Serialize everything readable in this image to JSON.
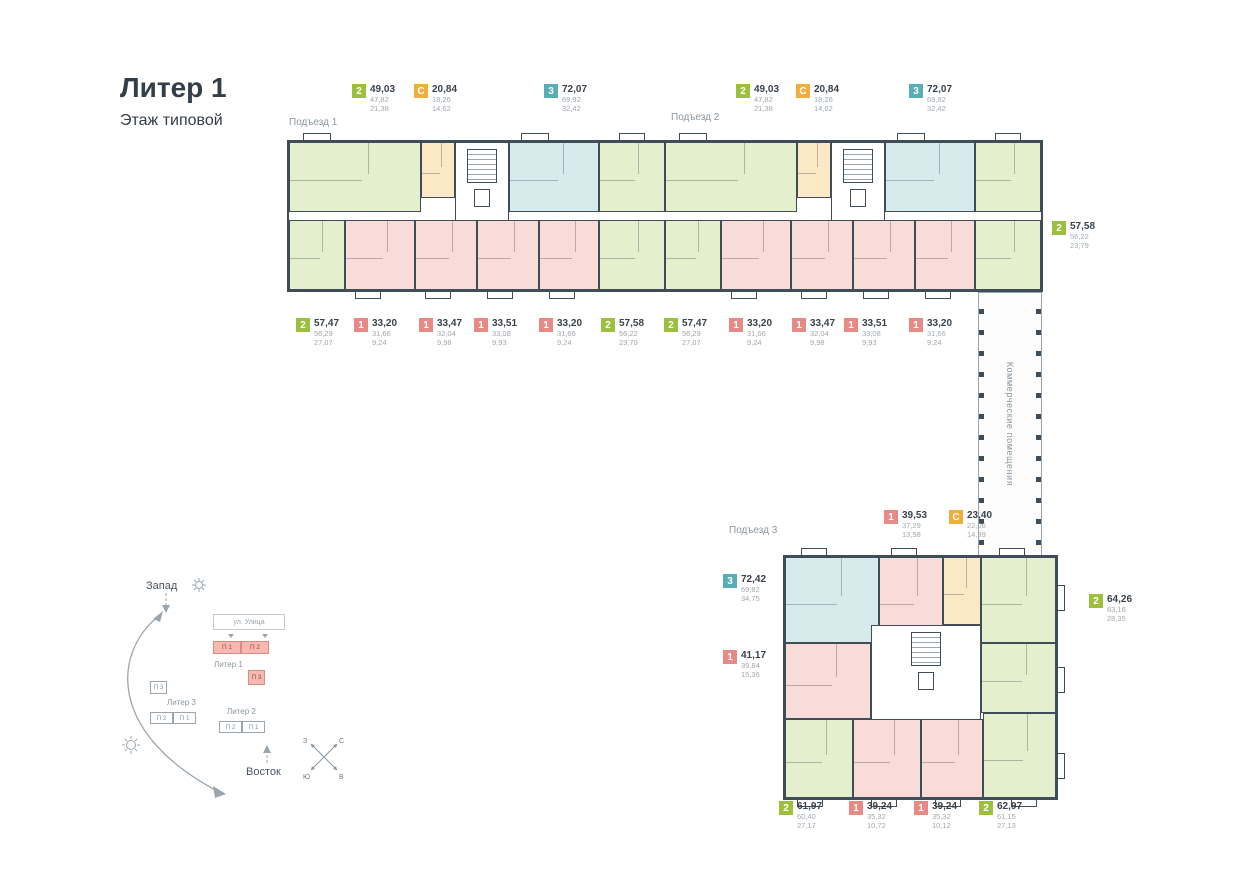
{
  "header": {
    "title": "Литер 1",
    "subtitle": "Этаж типовой"
  },
  "entrances": {
    "e1": "Подъезд 1",
    "e2": "Подъезд 2",
    "e3": "Подъезд 3"
  },
  "commercial_label": "Коммерческие помещения",
  "apartments": [
    {
      "type": "2",
      "total": "49,03",
      "living": "47,82",
      "kitchen": "21,38",
      "color": "green"
    },
    {
      "type": "С",
      "total": "20,84",
      "living": "18,26",
      "kitchen": "14,62",
      "color": "yellow"
    },
    {
      "type": "3",
      "total": "72,07",
      "living": "69,92",
      "kitchen": "32,42",
      "color": "teal"
    },
    {
      "type": "2",
      "total": "49,03",
      "living": "47,82",
      "kitchen": "21,38",
      "color": "green"
    },
    {
      "type": "С",
      "total": "20,84",
      "living": "18,26",
      "kitchen": "14,62",
      "color": "yellow"
    },
    {
      "type": "3",
      "total": "72,07",
      "living": "69,92",
      "kitchen": "32,42",
      "color": "teal"
    },
    {
      "type": "2",
      "total": "57,58",
      "living": "56,22",
      "kitchen": "23,79",
      "color": "green"
    },
    {
      "type": "2",
      "total": "57,47",
      "living": "56,29",
      "kitchen": "27,07",
      "color": "green"
    },
    {
      "type": "1",
      "total": "33,20",
      "living": "31,66",
      "kitchen": "9,24",
      "color": "pink"
    },
    {
      "type": "1",
      "total": "33,47",
      "living": "32,04",
      "kitchen": "9,98",
      "color": "pink"
    },
    {
      "type": "1",
      "total": "33,51",
      "living": "33,08",
      "kitchen": "9,93",
      "color": "pink"
    },
    {
      "type": "1",
      "total": "33,20",
      "living": "31,66",
      "kitchen": "9,24",
      "color": "pink"
    },
    {
      "type": "2",
      "total": "57,58",
      "living": "56,22",
      "kitchen": "23,79",
      "color": "green"
    },
    {
      "type": "2",
      "total": "57,47",
      "living": "56,29",
      "kitchen": "27,07",
      "color": "green"
    },
    {
      "type": "1",
      "total": "33,20",
      "living": "31,66",
      "kitchen": "9,24",
      "color": "pink"
    },
    {
      "type": "1",
      "total": "33,47",
      "living": "32,04",
      "kitchen": "9,98",
      "color": "pink"
    },
    {
      "type": "1",
      "total": "33,51",
      "living": "33,08",
      "kitchen": "9,93",
      "color": "pink"
    },
    {
      "type": "1",
      "total": "33,20",
      "living": "31,66",
      "kitchen": "9,24",
      "color": "pink"
    },
    {
      "type": "1",
      "total": "39,53",
      "living": "37,29",
      "kitchen": "13,58",
      "color": "pink"
    },
    {
      "type": "С",
      "total": "23,40",
      "living": "22,06",
      "kitchen": "14,99",
      "color": "yellow"
    },
    {
      "type": "3",
      "total": "72,42",
      "living": "69,82",
      "kitchen": "34,75",
      "color": "teal"
    },
    {
      "type": "1",
      "total": "41,17",
      "living": "39,84",
      "kitchen": "15,36",
      "color": "pink"
    },
    {
      "type": "2",
      "total": "64,26",
      "living": "63,16",
      "kitchen": "28,35",
      "color": "green"
    },
    {
      "type": "2",
      "total": "61,97",
      "living": "60,40",
      "kitchen": "27,17",
      "color": "green"
    },
    {
      "type": "1",
      "total": "39,24",
      "living": "35,32",
      "kitchen": "10,72",
      "color": "pink"
    },
    {
      "type": "1",
      "total": "39,24",
      "living": "35,32",
      "kitchen": "10,12",
      "color": "pink"
    },
    {
      "type": "2",
      "total": "62,97",
      "living": "61,15",
      "kitchen": "27,13",
      "color": "green"
    }
  ],
  "legend": {
    "west": "Запад",
    "east": "Восток",
    "street": "ул. Улица",
    "liter1": "Литер 1",
    "liter2": "Литер 2",
    "liter3": "Литер 3",
    "p1": "П 1",
    "p2": "П 2",
    "p3": "П 3",
    "rose": {
      "n": "С",
      "e": "В",
      "s": "Ю",
      "w": "З"
    }
  },
  "icons": {
    "sun": "sun-icon",
    "compass_rose": "compass-rose-icon",
    "street_arrow": "street-arrow-icon"
  },
  "colors": {
    "room2_green": "#9CC03E",
    "studio_yellow": "#EFAE3E",
    "room3_teal": "#58AEB5",
    "room1_pink": "#E78A85",
    "wall": "#3F4D59",
    "muted_text": "#8A97A0"
  }
}
